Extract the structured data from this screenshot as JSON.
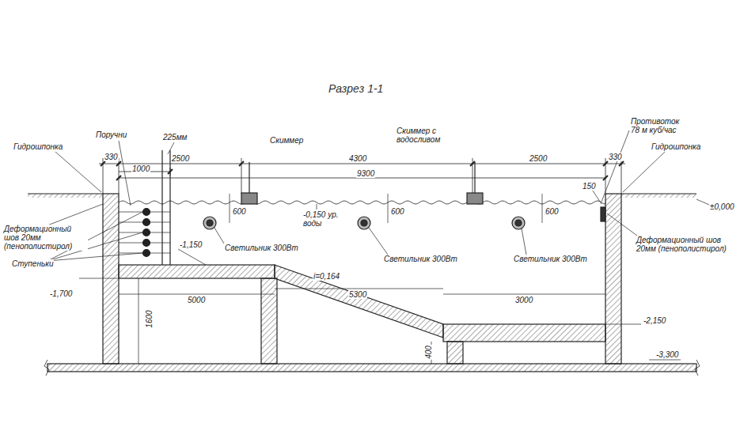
{
  "diagram": {
    "title": "Разрез 1-1",
    "labels": [
      "Гидрошпонка",
      "Поручни",
      "225мм",
      "Скиммер",
      "Скиммер с водосливом",
      "Противоток 78 м куб/час",
      "Гидрошпонка",
      "330",
      "2500",
      "4300",
      "2500",
      "330",
      "1000",
      "9300",
      "150",
      "600",
      "600",
      "600",
      "-0,150 ур. воды",
      "±0,000",
      "Деформационный шов 20мм (пенополистирол)",
      "Деформационный шов 20мм (пенополистирол)",
      "Ступеньки",
      "Светильник 300Вт",
      "Светильник 300Вт",
      "Светильник 300Вт",
      "-1,150",
      "-1,700",
      "i=0,164",
      "5000",
      "5300",
      "3000",
      "1600",
      "400",
      "-2,150",
      "-3,300"
    ]
  }
}
